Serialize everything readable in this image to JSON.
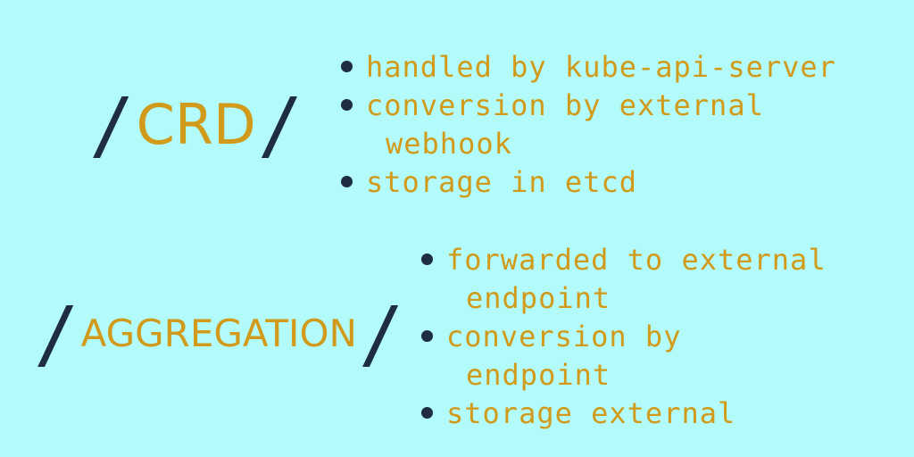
{
  "crd": {
    "slash_left": "/",
    "title": "CRD",
    "slash_right": "/",
    "bullets": [
      {
        "line1": "handled by kube-api-server",
        "line2": ""
      },
      {
        "line1": "conversion by external",
        "line2": "webhook"
      },
      {
        "line1": "storage in etcd",
        "line2": ""
      }
    ]
  },
  "aggregation": {
    "slash_left": "/",
    "title": "AGGREGATION",
    "slash_right": "/",
    "bullets": [
      {
        "line1": "forwarded to external",
        "line2": "endpoint"
      },
      {
        "line1": "conversion by",
        "line2": "endpoint"
      },
      {
        "line1": "storage external",
        "line2": ""
      }
    ]
  },
  "colors": {
    "background": "#b3fbfb",
    "accent": "#d19a1a",
    "dark": "#1e2d3f"
  }
}
